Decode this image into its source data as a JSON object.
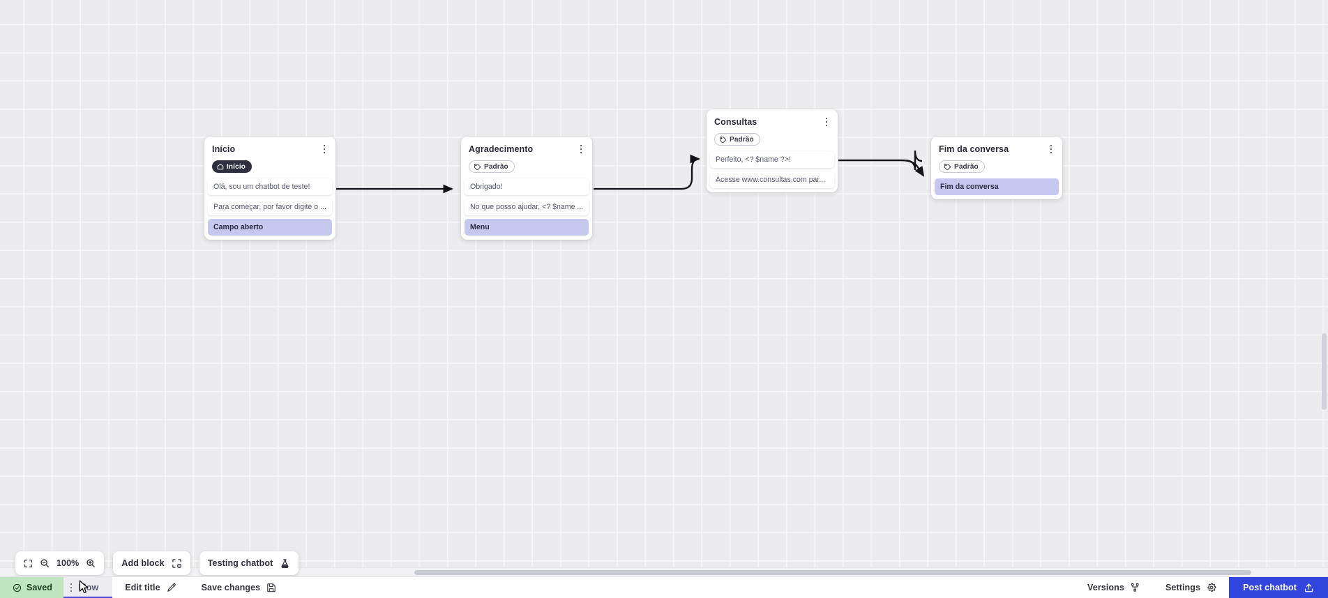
{
  "canvas": {
    "zoom_level": "100%",
    "grid": true
  },
  "nodes": [
    {
      "id": "inicio",
      "title": "Início",
      "badge": {
        "type": "home",
        "label": "Início",
        "icon": "home-icon"
      },
      "rows": [
        {
          "kind": "message",
          "text": "Olá, sou um chatbot de teste!"
        },
        {
          "kind": "message",
          "text": "Para começar, por favor digite o ..."
        },
        {
          "kind": "action",
          "text": "Campo aberto"
        }
      ]
    },
    {
      "id": "agradecimento",
      "title": "Agradecimento",
      "badge": {
        "type": "tag",
        "label": "Padrão",
        "icon": "tag-icon"
      },
      "rows": [
        {
          "kind": "message",
          "text": "Obrigado!"
        },
        {
          "kind": "message",
          "text": "No que posso ajudar, <? $name ..."
        },
        {
          "kind": "action",
          "text": "Menu"
        }
      ]
    },
    {
      "id": "consultas",
      "title": "Consultas",
      "badge": {
        "type": "tag",
        "label": "Padrão",
        "icon": "tag-icon"
      },
      "rows": [
        {
          "kind": "message",
          "text": "Perfeito, <? $name ?>!"
        },
        {
          "kind": "message",
          "text": "Acesse www.consultas.com par..."
        }
      ]
    },
    {
      "id": "fim",
      "title": "Fim da conversa",
      "badge": {
        "type": "tag",
        "label": "Padrão",
        "icon": "tag-icon"
      },
      "rows": [
        {
          "kind": "action",
          "text": "Fim da conversa"
        }
      ]
    }
  ],
  "toolbar": {
    "fit_icon": "fit-screen-icon",
    "zoom_out_icon": "zoom-out-icon",
    "zoom_level": "100%",
    "zoom_in_icon": "zoom-in-icon",
    "add_block_label": "Add block",
    "add_block_icon": "add-block-icon",
    "testing_label": "Testing chatbot",
    "testing_icon": "flask-icon"
  },
  "bottombar": {
    "saved_label": "Saved",
    "saved_icon": "check-circle-icon",
    "drag_handle_icon": "drag-handle-icon",
    "tab_flow_label": "Flow",
    "edit_title_label": "Edit title",
    "edit_title_icon": "pencil-icon",
    "save_changes_label": "Save changes",
    "save_changes_icon": "save-disk-icon",
    "versions_label": "Versions",
    "versions_icon": "branch-icon",
    "settings_label": "Settings",
    "settings_icon": "gear-icon",
    "post_label": "Post chatbot",
    "post_icon": "upload-icon"
  },
  "colors": {
    "accent_blue": "#3246dd",
    "saved_green": "#bfe7bf",
    "action_purple": "#c5c8ef",
    "badge_dark": "#2e2e3e",
    "canvas_bg": "#ececee"
  }
}
